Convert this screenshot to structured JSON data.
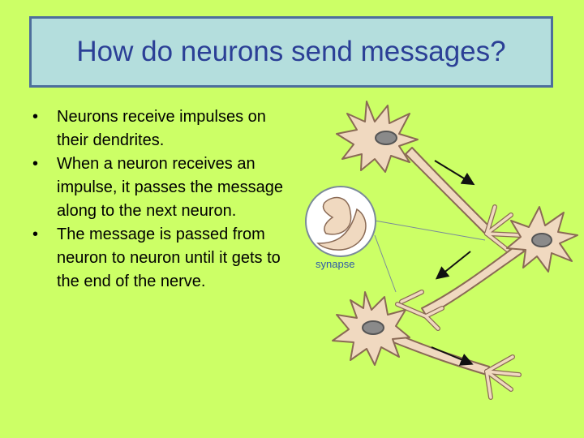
{
  "slide": {
    "title": "How do neurons send messages?",
    "bullets": [
      "Neurons receive impulses on their dendrites.",
      "When a neuron receives an impulse, it passes the message along to the next neuron.",
      "The message is passed from neuron to neuron until it gets to the end of the nerve."
    ],
    "bullet_glyph": "•"
  },
  "diagram": {
    "label": "synapse",
    "colors": {
      "cell": "#f0d9c0",
      "outline": "#8a6a55",
      "nucleus": "#8a8a8a",
      "arrow": "#111111",
      "inset_fill": "#ffffff",
      "inset_stroke": "#7a8a9a",
      "label": "#2f5aa8"
    }
  }
}
